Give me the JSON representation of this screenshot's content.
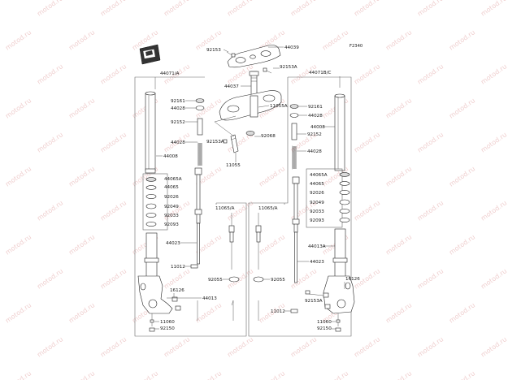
{
  "figure_code": "F2340",
  "watermark": "motod.ru",
  "labels": {
    "p44039": "44039",
    "p92153_top": "92153",
    "p92153A_top": "92153A",
    "p44037": "44037",
    "p11055A": "11055A",
    "p92068": "92068",
    "p92153A_mid": "92153A",
    "p11055": "11055",
    "p44071A": "44071/A",
    "p44071BC": "44071B/C",
    "L_92161": "92161",
    "L_44028a": "44028",
    "L_92152": "92152",
    "L_44028b": "44028",
    "L_44008": "44008",
    "L_44065A": "44065A",
    "L_44065": "44065",
    "L_92026": "92026",
    "L_92049": "92049",
    "L_92033": "92033",
    "L_92093": "92093",
    "L_44023": "44023",
    "L_11012": "11012",
    "L_16126": "16126",
    "L_44013": "44013",
    "L_11060": "11060",
    "L_92150": "92150",
    "C_11065A_left": "11065/A",
    "C_92055_left": "92055",
    "C_11065A_right": "11065/A",
    "C_92055_right": "92055",
    "R_92161": "92161",
    "R_44028a": "44028",
    "R_44008": "44008",
    "R_92152": "92152",
    "R_44028b": "44028",
    "R_44065A": "44065A",
    "R_44065": "44065",
    "R_92026": "92026",
    "R_92049": "92049",
    "R_92033": "92033",
    "R_92093": "92093",
    "R_44013A": "44013A",
    "R_44023": "44023",
    "R_16126": "16126",
    "R_92153A": "92153A",
    "R_11012": "11012",
    "R_11060": "11060",
    "R_92150": "92150"
  }
}
